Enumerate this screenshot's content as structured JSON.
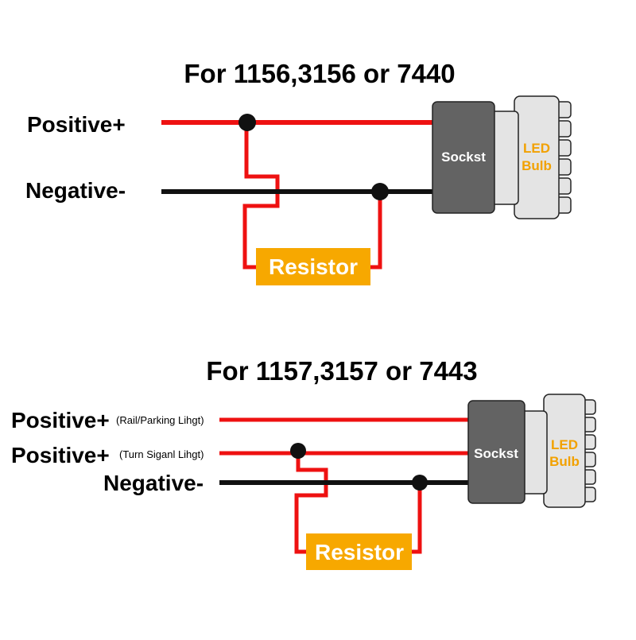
{
  "colors": {
    "positive_wire": "#ee1111",
    "negative_wire": "#111111",
    "resistor_fill": "#f7a800",
    "socket_fill": "#636363",
    "bulb_fill": "#e4e4e4",
    "bulb_text": "#f2a100"
  },
  "diagram1": {
    "title": "For 1156,3156 or 7440",
    "positive_label": "Positive+",
    "negative_label": "Negative-",
    "resistor_label": "Resistor",
    "socket_label": "Sockst",
    "bulb_label_line1": "LED",
    "bulb_label_line2": "Bulb"
  },
  "diagram2": {
    "title": "For 1157,3157 or 7443",
    "positive1_label": "Positive+",
    "positive1_note": "(Rail/Parking Lihgt)",
    "positive2_label": "Positive+",
    "positive2_note": "(Turn Siganl Lihgt)",
    "negative_label": "Negative-",
    "resistor_label": "Resistor",
    "socket_label": "Sockst",
    "bulb_label_line1": "LED",
    "bulb_label_line2": "Bulb"
  }
}
